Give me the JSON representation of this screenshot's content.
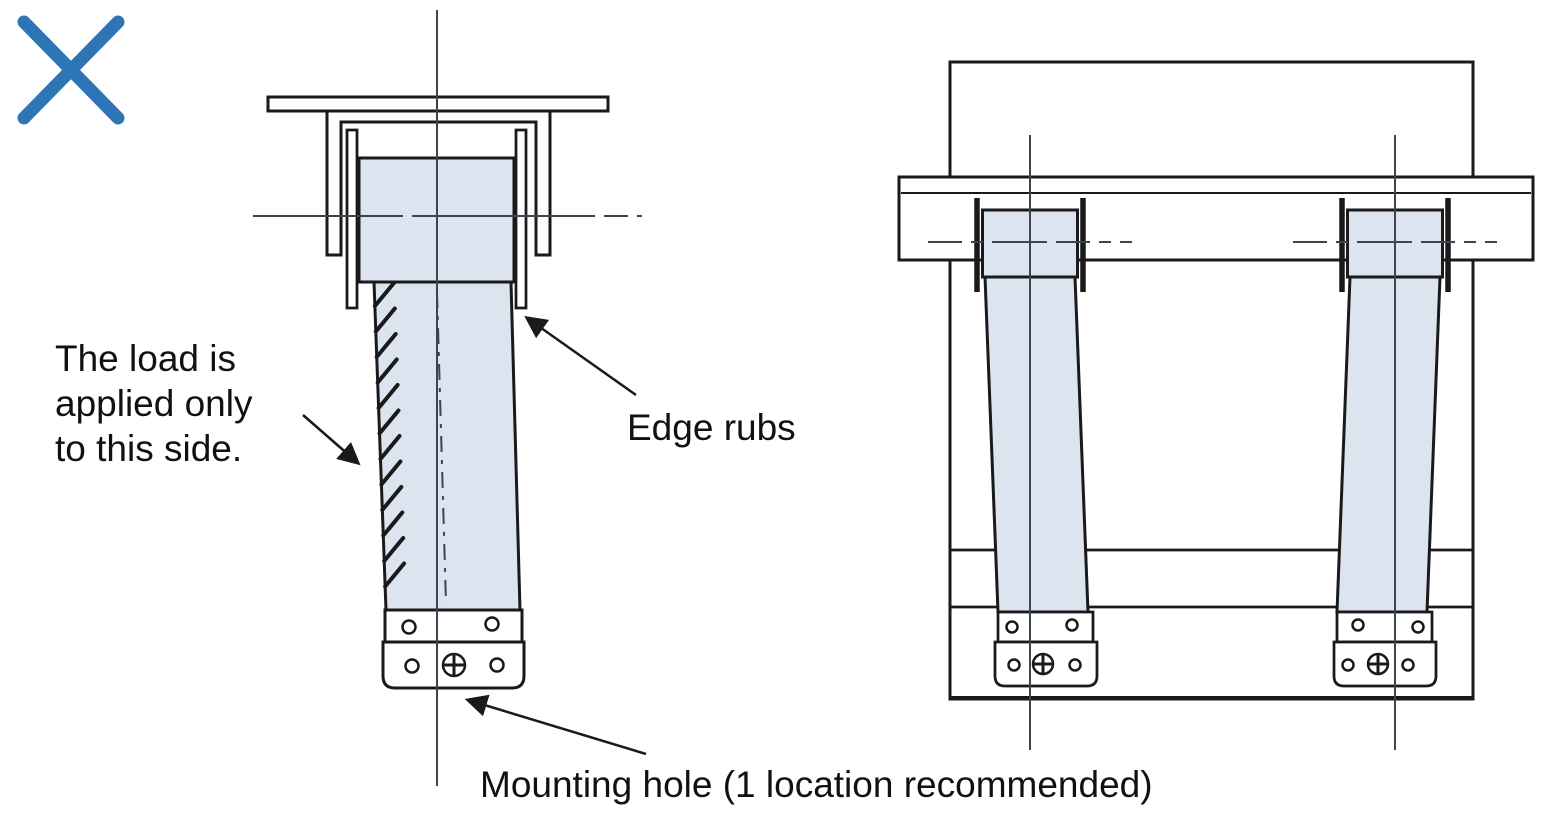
{
  "colors": {
    "accent": "#2e75b6",
    "fill": "#dce4f0",
    "line": "#1a1a1a",
    "centerline": "#3c4454",
    "text": "#111111",
    "bg": "#ffffff"
  },
  "icons": {
    "incorrect_mark": "x-mark"
  },
  "labels": {
    "load_note_lines": [
      "The load is",
      "applied only",
      "to this side."
    ],
    "edge_rubs": "Edge rubs",
    "mounting_hole": "Mounting hole (1 location recommended)"
  }
}
